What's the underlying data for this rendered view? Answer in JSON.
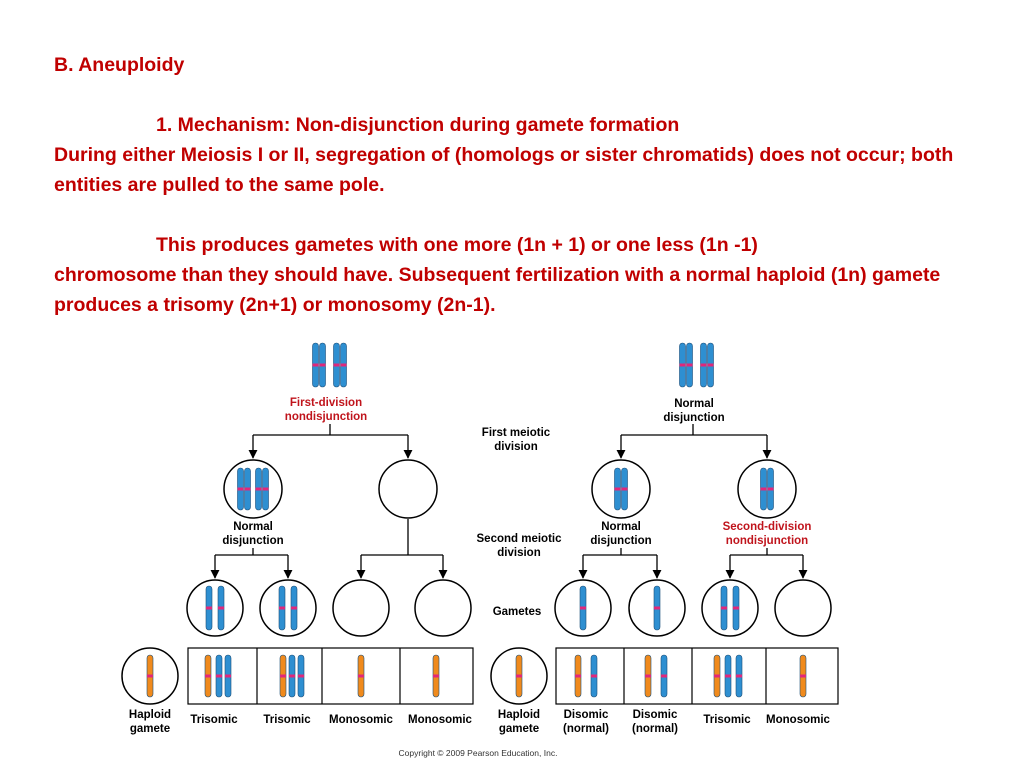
{
  "slide": {
    "heading": "B. Aneuploidy",
    "mechanism": "1. Mechanism: Non-disjunction during gamete formation",
    "mechanism_detail": "During either Meiosis I or II, segregation of (homologs or sister chromatids) does not occur; both entities are pulled to the same pole.",
    "produces_line1": "This produces gametes with one more (1n + 1) or one less (1n -1)",
    "produces_rest": "chromosome than they should have. Subsequent fertilization with a normal haploid (1n) gamete produces a trisomy (2n+1) or monosomy (2n-1)."
  },
  "figure": {
    "colors": {
      "red_label": "#c0141c",
      "black_label": "#000000",
      "chrom_blue": "#2e8fd1",
      "chrom_orange": "#f08a1c",
      "centromere": "#e0287a"
    },
    "left": {
      "top_label_1": "First-division",
      "top_label_2": "nondisjunction",
      "cell_label_1": "Normal",
      "cell_label_2": "disjunction",
      "haploid_1": "Haploid",
      "haploid_2": "gamete",
      "results": [
        "Trisomic",
        "Trisomic",
        "Monosomic",
        "Monosomic"
      ]
    },
    "center": {
      "first_1": "First meiotic",
      "first_2": "division",
      "second_1": "Second meiotic",
      "second_2": "division",
      "gametes": "Gametes"
    },
    "right": {
      "top_label_1": "Normal",
      "top_label_2": "disjunction",
      "cell_label_1": "Normal",
      "cell_label_2": "disjunction",
      "cell2_label_1": "Second-division",
      "cell2_label_2": "nondisjunction",
      "haploid_1": "Haploid",
      "haploid_2": "gamete",
      "results": [
        {
          "line1": "Disomic",
          "line2": "(normal)"
        },
        {
          "line1": "Disomic",
          "line2": "(normal)"
        },
        {
          "line1": "Trisomic",
          "line2": ""
        },
        {
          "line1": "Monosomic",
          "line2": ""
        }
      ]
    },
    "copyright": "Copyright © 2009 Pearson Education, Inc."
  }
}
